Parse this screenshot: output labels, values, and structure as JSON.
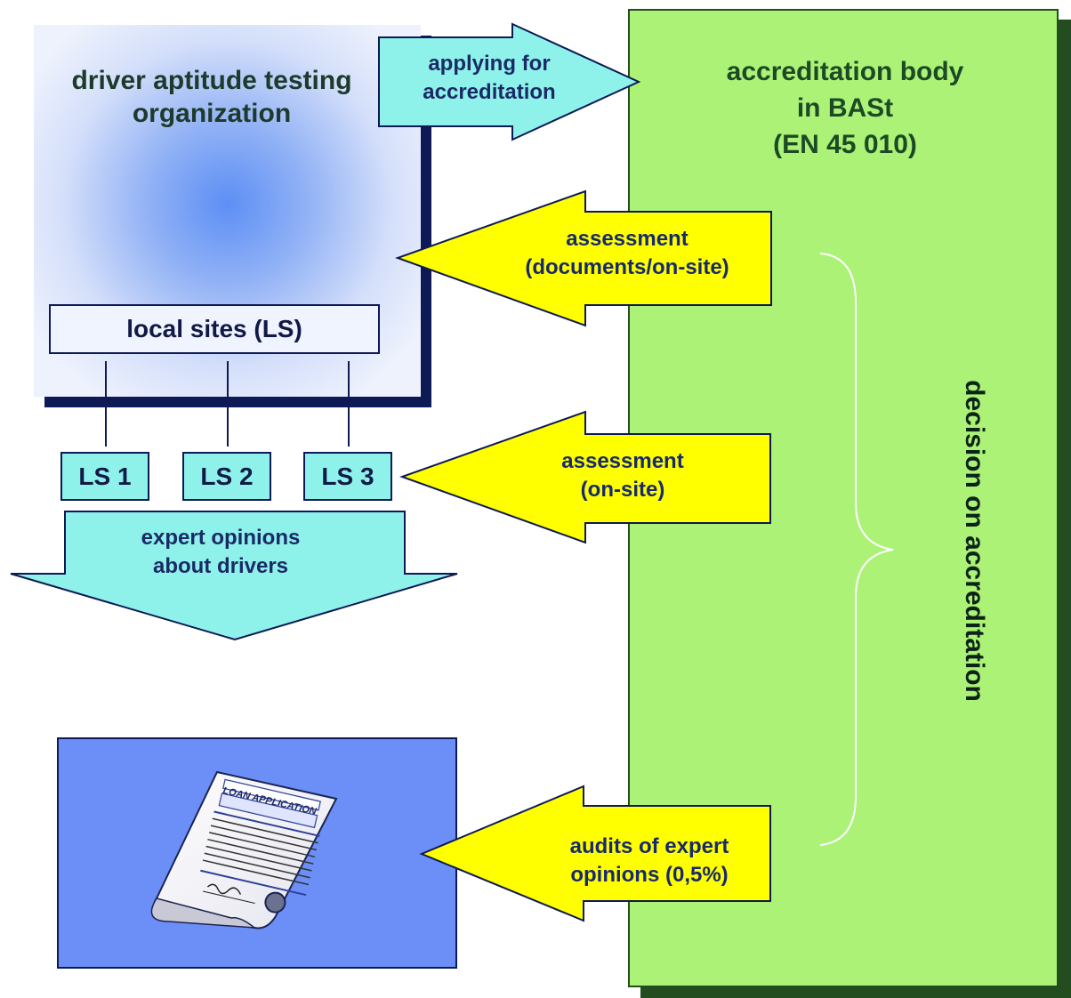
{
  "organization": {
    "title_line1": "driver aptitude testing",
    "title_line2": "organization",
    "local_sites_label": "local sites (LS)",
    "sites": [
      "LS 1",
      "LS 2",
      "LS 3"
    ]
  },
  "accreditation_body": {
    "line1": "accreditation body",
    "line2": "in BASt",
    "line3": "(EN 45 010)"
  },
  "arrows": {
    "applying": {
      "line1": "applying for",
      "line2": "accreditation"
    },
    "assessment_documents": {
      "line1": "assessment",
      "line2": "(documents/on-site)"
    },
    "assessment_onsite": {
      "line1": "assessment",
      "line2": "(on-site)"
    },
    "expert_opinions": {
      "line1": "expert opinions",
      "line2": "about drivers"
    },
    "audits": {
      "line1": "audits of expert",
      "line2": "opinions (0,5%)"
    }
  },
  "decision_label": "decision on accreditation",
  "document": {
    "icon": "loan-application-document-icon",
    "header_text": "LOAN APPLICATION"
  },
  "colors": {
    "organization_center": "#5d8ff5",
    "accreditation_green": "#abf277",
    "cyan_arrow": "#8ef2ea",
    "yellow_arrow": "#ffff00",
    "dark_navy": "#0d1a55",
    "document_panel": "#6b8ff7"
  }
}
